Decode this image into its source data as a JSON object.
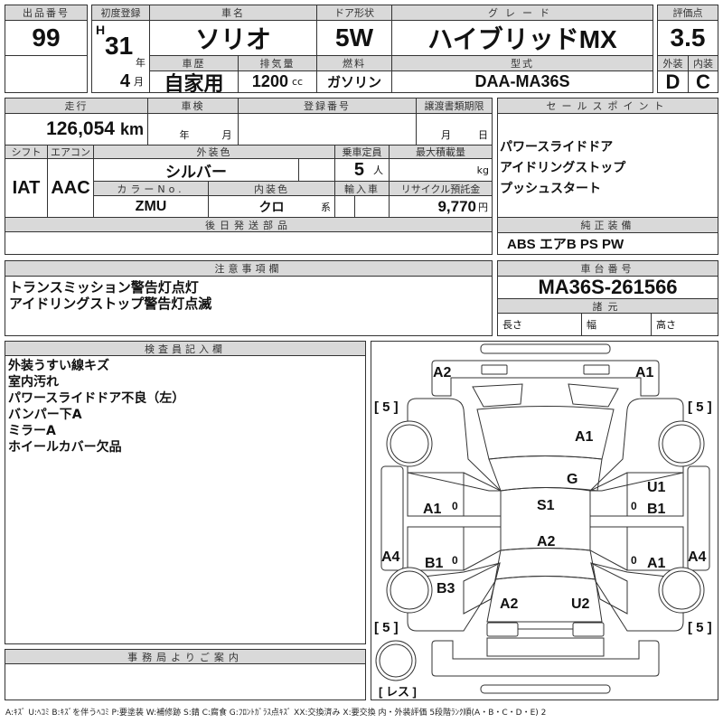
{
  "header": {
    "lot_no_label": "出品番号",
    "lot_no": "99",
    "first_reg_label": "初度登録",
    "era": "H",
    "year": "31",
    "year_unit": "年",
    "month": "4",
    "month_unit": "月",
    "car_name_label": "車名",
    "car_name": "ソリオ",
    "door_label": "ドア形状",
    "door": "5W",
    "grade_label": "グレード",
    "grade": "ハイブリッドMX",
    "score_label": "評価点",
    "score": "3.5",
    "history_label": "車歴",
    "history": "自家用",
    "displacement_label": "排気量",
    "displacement": "1200",
    "displacement_unit": "cc",
    "fuel_label": "燃料",
    "fuel": "ガソリン",
    "model_label": "型式",
    "model": "DAA-MA36S",
    "exterior_label": "外装",
    "exterior": "D",
    "interior_label": "内装",
    "interior": "C"
  },
  "details": {
    "mileage_label": "走行",
    "mileage": "126,054",
    "mileage_unit": "km",
    "inspection_label": "車検",
    "inspection_year_unit": "年",
    "inspection_month_unit": "月",
    "reg_no_label": "登録番号",
    "transfer_label": "譲渡書類期限",
    "transfer_month_unit": "月",
    "transfer_day_unit": "日",
    "shift_label": "シフト",
    "shift": "IAT",
    "aircon_label": "エアコン",
    "aircon": "AAC",
    "color_label": "外装色",
    "color": "シルバー",
    "capacity_label": "乗車定員",
    "capacity": "5",
    "capacity_unit": "人",
    "load_label": "最大積載量",
    "load_unit": "kg",
    "color_no_label": "カラーNo.",
    "color_no": "ZMU",
    "interior_color_label": "内装色",
    "interior_color": "クロ",
    "interior_color_unit": "系",
    "import_label": "輸入車",
    "recycle_label": "リサイクル預託金",
    "recycle": "9,770",
    "recycle_unit": "円",
    "later_parts_label": "後日発送部品"
  },
  "sales_points": {
    "label": "セールスポイント",
    "items": [
      "パワースライドドア",
      "アイドリングストップ",
      "プッシュスタート"
    ],
    "equipment_label": "純正装備",
    "equipment": "ABS エアB PS PW"
  },
  "notes": {
    "label": "注意事項欄",
    "lines": [
      "トランスミッション警告灯点灯",
      "アイドリングストップ警告灯点滅"
    ]
  },
  "chassis": {
    "label": "車台番号",
    "number": "MA36S-261566",
    "spec_label": "諸元",
    "length_label": "長さ",
    "width_label": "幅",
    "height_label": "高さ"
  },
  "inspector": {
    "label": "検査員記入欄",
    "lines": [
      "外装うすい線キズ",
      "室内汚れ",
      "パワースライドドア不良（左）",
      "バンパー下A",
      "ミラーA",
      "ホイールカバー欠品"
    ]
  },
  "office": {
    "label": "事務局よりご案内"
  },
  "diagram": {
    "marks": {
      "front_left_bumper": "A2",
      "front_right_bumper": "A1",
      "tire_fl": "[ 5 ]",
      "tire_fr": "[ 5 ]",
      "tire_rl": "[ 5 ]",
      "tire_rr": "[ 5 ]",
      "hood": "A1",
      "windshield": "G",
      "roof": "S1",
      "roof_rear": "A2",
      "left_front_door": "A1",
      "left_rear_door": "B1",
      "left_rocker": "A4",
      "left_quarter": "B3",
      "rear_left": "A2",
      "rear_right": "U2",
      "right_front_door_1": "U1",
      "right_front_door_2": "B1",
      "right_rear_door": "A1",
      "right_rocker": "A4",
      "door_marker": "0",
      "spare": "[ レス ]"
    }
  },
  "legend": "A:ｷｽﾞ U:ﾍｺﾐ B:ｷｽﾞを伴うﾍｺﾐ P:要塗装 W:補修跡 S:錆 C:腐食 G:ﾌﾛﾝﾄｶﾞﾗｽ点ｷｽﾞ XX:交換済み X:要交換 内・外装評価 5段階ﾗﾝｸ順(A・B・C・D・E) 2"
}
